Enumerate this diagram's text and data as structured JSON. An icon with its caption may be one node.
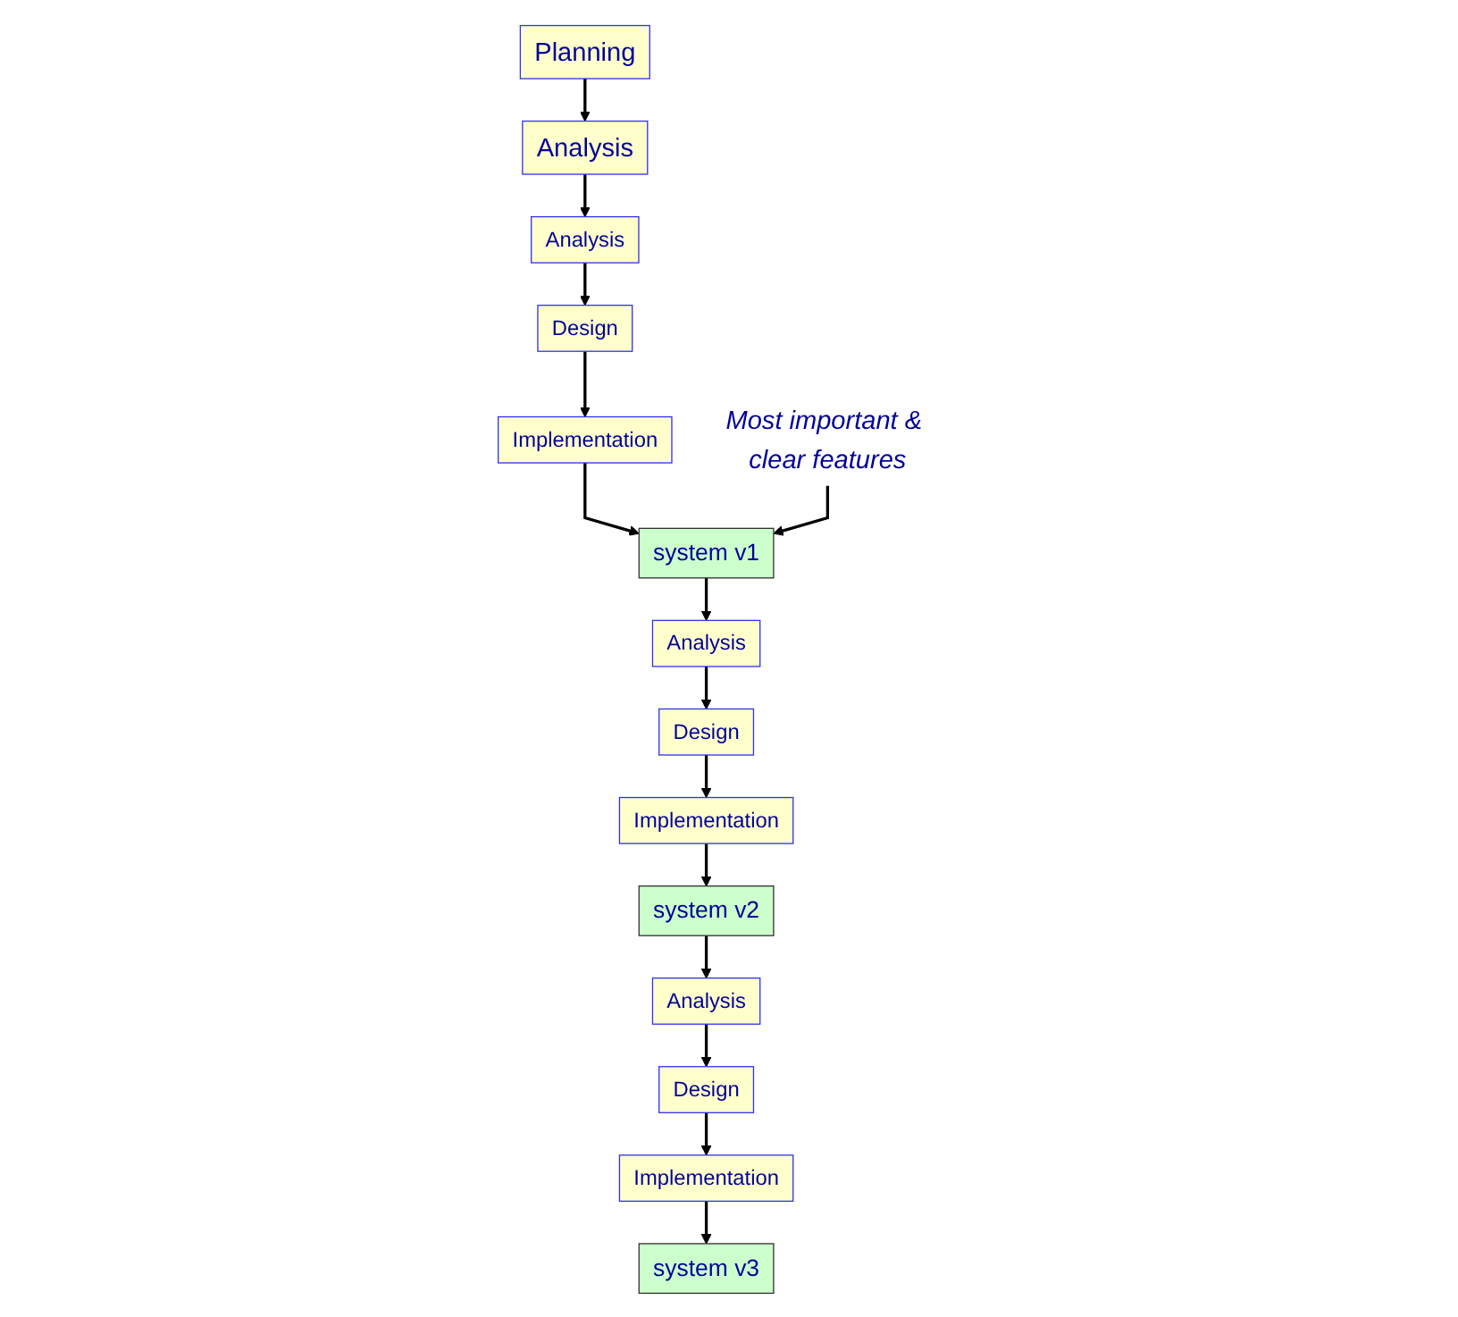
{
  "diagram": {
    "nodes": [
      {
        "text": [
          "Planning"
        ]
      },
      {
        "text": [
          "Analysis"
        ]
      },
      {
        "text": [
          "Analysis"
        ]
      },
      {
        "text": [
          "Design"
        ]
      },
      {
        "text": [
          "Implementation"
        ]
      },
      {
        "text": [
          "system v1"
        ]
      },
      {
        "text": [
          "Analysis"
        ]
      },
      {
        "text": [
          "Design"
        ]
      },
      {
        "text": [
          "Implementation"
        ]
      },
      {
        "text": [
          "system v2"
        ]
      },
      {
        "text": [
          "Analysis"
        ]
      },
      {
        "text": [
          "Design"
        ]
      },
      {
        "text": [
          "Implementation"
        ]
      },
      {
        "text": [
          "system v3"
        ]
      },
      {
        "text": [
          "Most important & clear features"
        ]
      }
    ],
    "edges": [
      {
        "from": 0,
        "to": 1,
        "arrow": "to"
      },
      {
        "from": 1,
        "to": 2,
        "arrow": "to"
      },
      {
        "from": 2,
        "to": 3,
        "arrow": "to"
      },
      {
        "from": 3,
        "to": 4,
        "arrow": "to"
      },
      {
        "from": 4,
        "to": 5,
        "arrow": "to"
      },
      {
        "from": 5,
        "to": 6,
        "arrow": "to"
      },
      {
        "from": 6,
        "to": 7,
        "arrow": "to"
      },
      {
        "from": 7,
        "to": 8,
        "arrow": "to"
      },
      {
        "from": 8,
        "to": 9,
        "arrow": "to"
      },
      {
        "from": 9,
        "to": 10,
        "arrow": "to"
      },
      {
        "from": 10,
        "to": 11,
        "arrow": "to"
      },
      {
        "from": 11,
        "to": 12,
        "arrow": "to"
      },
      {
        "from": 12,
        "to": 13,
        "arrow": "to"
      },
      {
        "from": 14,
        "to": 5,
        "arrow": "to"
      }
    ]
  }
}
